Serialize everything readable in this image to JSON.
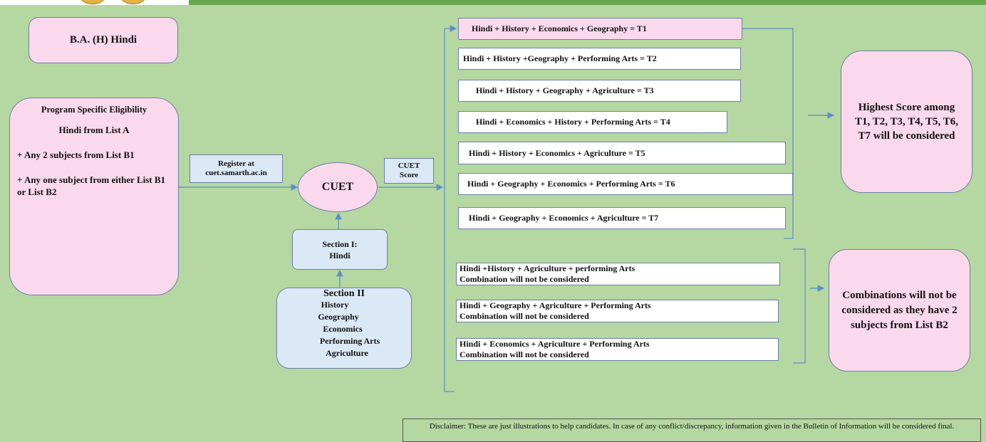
{
  "program_title": "B.A. (H) Hindi",
  "eligibility": {
    "heading": "Program Specific Eligibility",
    "line1": "Hindi from List A",
    "line2": "+ Any 2 subjects from List B1",
    "line3": "+ Any one subject from either List B1 or List B2"
  },
  "register": {
    "line1": "Register at",
    "line2": "cuet.samarth.ac.in"
  },
  "cuet_label": "CUET",
  "cuet_score": {
    "line1": "CUET",
    "line2": "Score"
  },
  "section1": {
    "line1": "Section I:",
    "line2": "Hindi"
  },
  "section2": {
    "heading": "Section II",
    "subjects": [
      "History",
      "Geography",
      "Economics",
      "Performing Arts",
      "Agriculture"
    ]
  },
  "combinations": [
    "Hindi + History + Economics + Geography = T1",
    "Hindi + History +Geography + Performing Arts = T2",
    "Hindi + History + Geography + Agriculture = T3",
    "Hindi + Economics + History + Performing Arts = T4",
    "Hindi + History + Economics + Agriculture = T5",
    "Hindi + Geography + Economics + Performing Arts = T6",
    "Hindi + Geography + Economics + Agriculture = T7"
  ],
  "highest_score": "Highest Score among T1, T2, T3, T4, T5, T6, T7 will be considered",
  "not_considered": [
    {
      "line1": "Hindi +History + Agriculture + performing Arts",
      "line2": "Combination will not be considered"
    },
    {
      "line1": "Hindi + Geography + Agriculture + Performing Arts",
      "line2": "Combination will not be considered"
    },
    {
      "line1": "Hindi + Economics + Agriculture + Performing Arts",
      "line2": "Combination will not be considered"
    }
  ],
  "not_considered_note": "Combinations will not be considered as they have 2 subjects from List B2",
  "disclaimer": "Disclaimer: These are just illustrations to help candidates. In case of any conflict/discrepancy, information given in the Bulletin of Information will be considered final.",
  "colors": {
    "background": "#b5d7a1",
    "pink_box": "#fbd9ec",
    "blue_box": "#dbe8f5",
    "connector": "#5b8fc9"
  }
}
